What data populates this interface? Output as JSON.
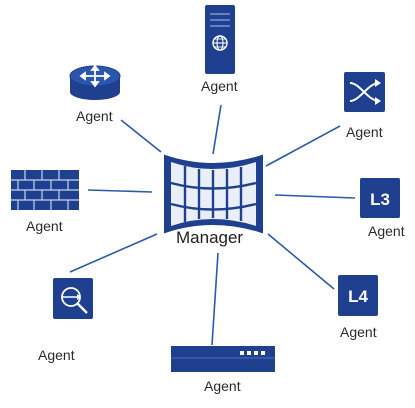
{
  "colors": {
    "primary": "#1f3f8f",
    "line": "#2a5aa8",
    "light": "#e6ecf7",
    "bg": "#ffffff"
  },
  "hub": {
    "label": "Manager",
    "icon": "manager-video-wall-icon"
  },
  "agents": [
    {
      "id": "router",
      "label": "Agent",
      "icon": "router-icon"
    },
    {
      "id": "server",
      "label": "Agent",
      "icon": "server-globe-icon"
    },
    {
      "id": "switch",
      "label": "Agent",
      "icon": "switch-arrows-icon"
    },
    {
      "id": "firewall",
      "label": "Agent",
      "icon": "firewall-brick-icon"
    },
    {
      "id": "l3",
      "label": "Agent",
      "icon": "l3-switch-icon",
      "badge": "L3"
    },
    {
      "id": "l4",
      "label": "Agent",
      "icon": "l4-switch-icon",
      "badge": "L4"
    },
    {
      "id": "inspector",
      "label": "Agent",
      "icon": "magnifier-icon"
    },
    {
      "id": "appliance",
      "label": "Agent",
      "icon": "rack-appliance-icon"
    }
  ]
}
